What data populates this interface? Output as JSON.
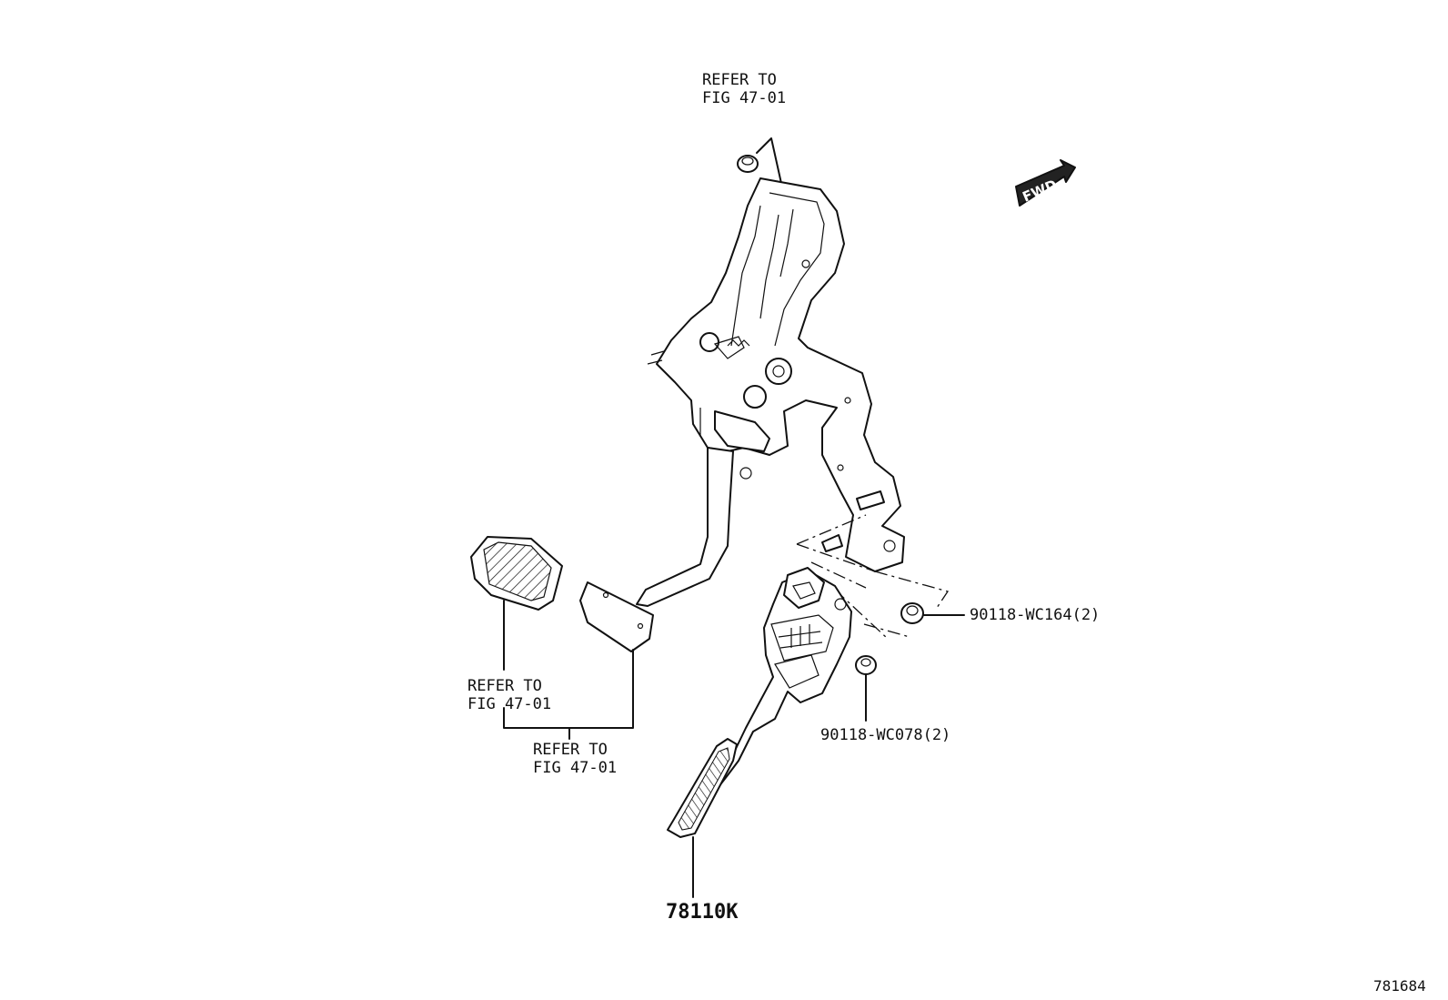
{
  "callouts": {
    "top_ref_line1": "REFER TO",
    "top_ref_line2": "FIG 47-01",
    "left_ref_line1": "REFER TO",
    "left_ref_line2": "FIG 47-01",
    "bottom_ref_line1": "REFER TO",
    "bottom_ref_line2": "FIG 47-01",
    "nut_upper": "90118-WC164(2)",
    "nut_lower": "90118-WC078(2)",
    "pedal_part": "78110K"
  },
  "fwd_label": "FWD",
  "figure_number": "781684"
}
